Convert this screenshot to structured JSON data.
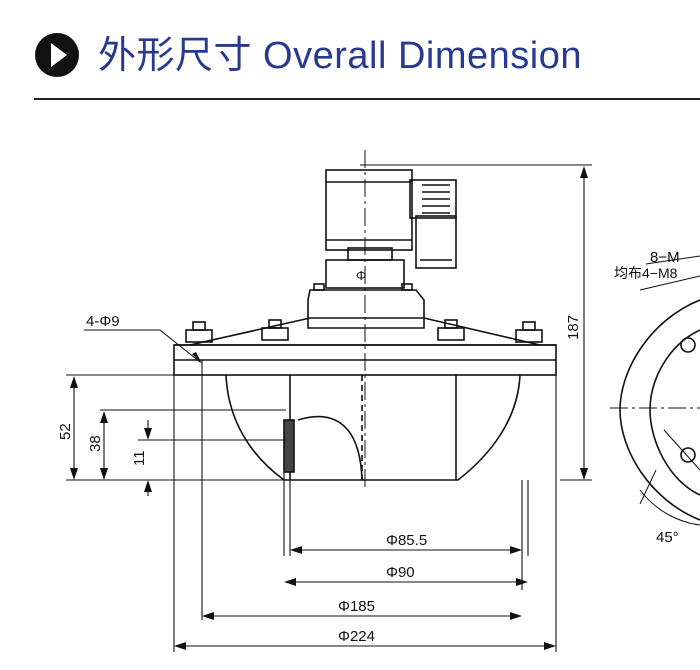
{
  "header": {
    "title": "外形尺寸 Overall Dimension",
    "icon": "play-circle-icon"
  },
  "drawing": {
    "labels": {
      "bolt_holes": "4-Φ9",
      "outlet": "Φ",
      "dim_52": "52",
      "dim_38": "38",
      "dim_11": "11",
      "dim_187": "187",
      "dim_85_5": "Φ85.5",
      "dim_90": "Φ90",
      "dim_185": "Φ185",
      "dim_224": "Φ224",
      "side_8m": "8−M",
      "side_uniform": "均布4−M8",
      "side_angle": "45°"
    },
    "colors": {
      "line": "#111111",
      "title": "#283a8e"
    }
  }
}
